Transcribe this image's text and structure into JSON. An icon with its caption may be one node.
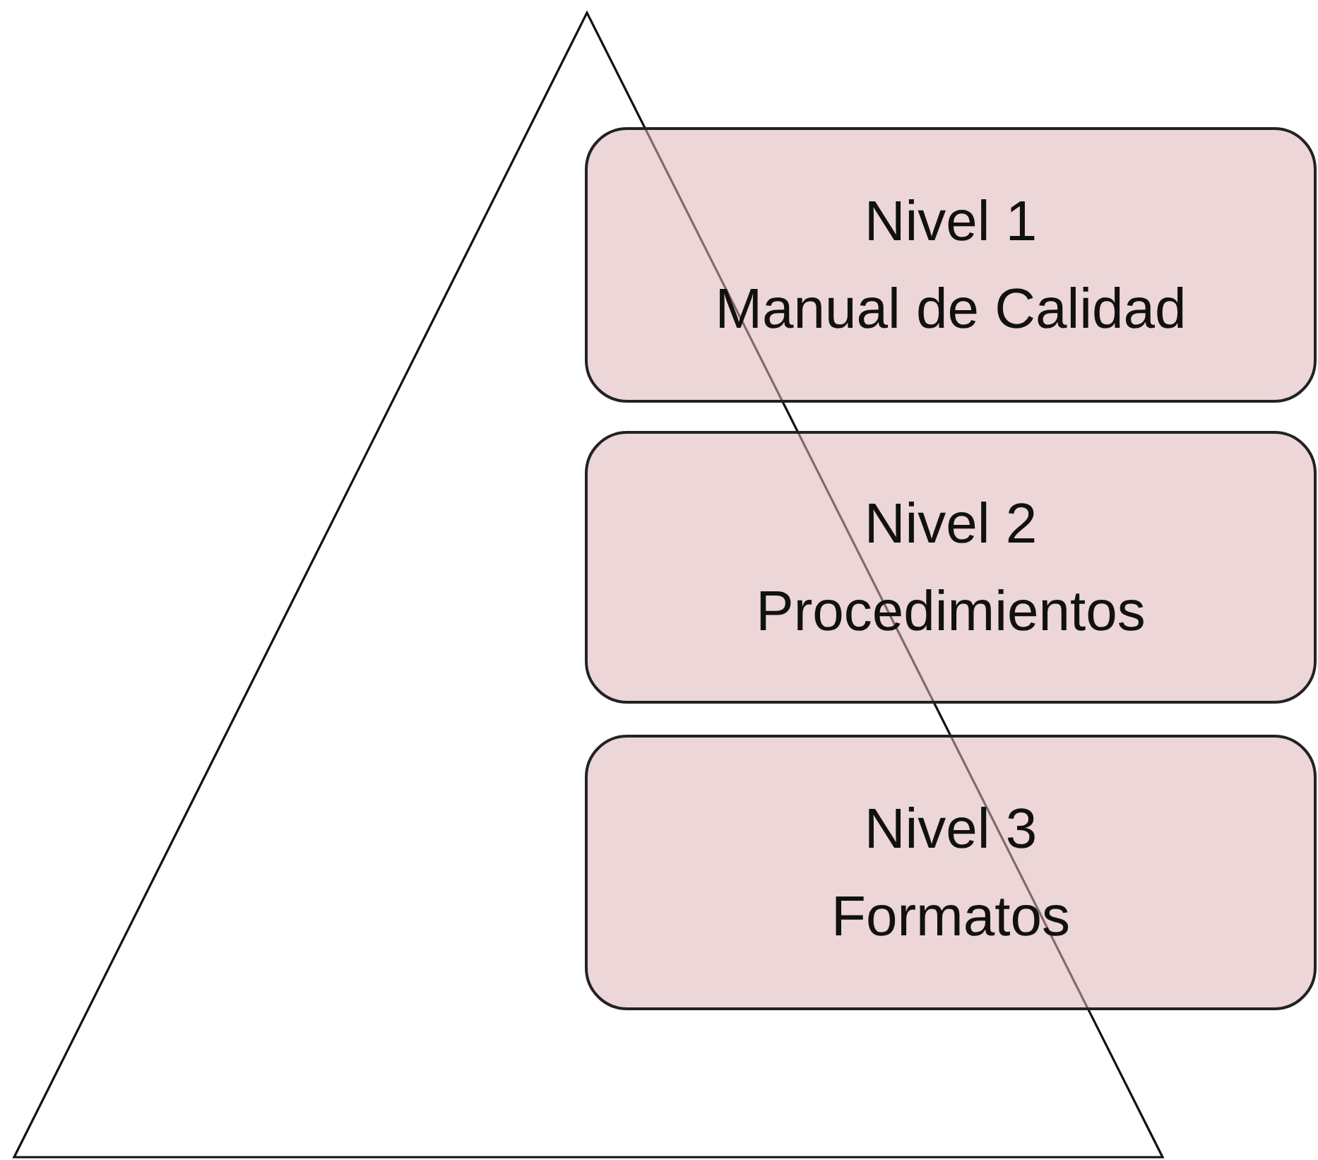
{
  "diagram": {
    "nodes": [
      {
        "text": [],
        "shape": "triangle"
      },
      {
        "text": [
          "Nivel 1",
          "Manual de Calidad"
        ]
      },
      {
        "text": [
          "Nivel 2",
          "Procedimientos"
        ]
      },
      {
        "text": [
          "Nivel 3",
          "Formatos"
        ]
      }
    ]
  }
}
